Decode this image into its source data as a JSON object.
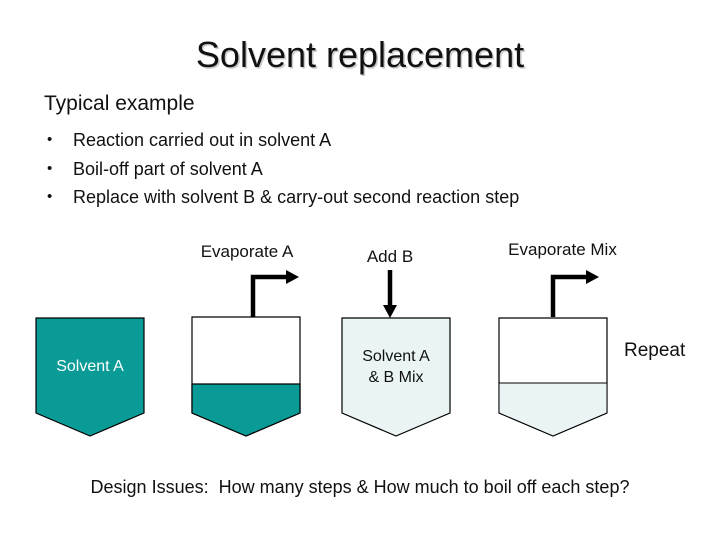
{
  "slide": {
    "title": "Solvent replacement",
    "subtitle": "Typical example",
    "bullet_char": "•",
    "bullets": [
      "Reaction carried out in solvent A",
      "Boil-off part of solvent A",
      "Replace with solvent B & carry-out second reaction step"
    ],
    "footer": "Design Issues:  How many steps & How much to boil off each step?"
  },
  "diagram": {
    "step_labels": {
      "evaporate_a": "Evaporate A",
      "add_b": "Add B",
      "evaporate_mix": "Evaporate Mix"
    },
    "vessels": {
      "vessel1_label": "Solvent A",
      "vessel3_label_line1": "Solvent A",
      "vessel3_label_line2": "& B Mix"
    },
    "repeat_label": "Repeat",
    "colors": {
      "teal": "#0a9b96",
      "pale": "#eaf4f5",
      "outline": "#000000",
      "vessel1_text": "#ffffff"
    }
  }
}
